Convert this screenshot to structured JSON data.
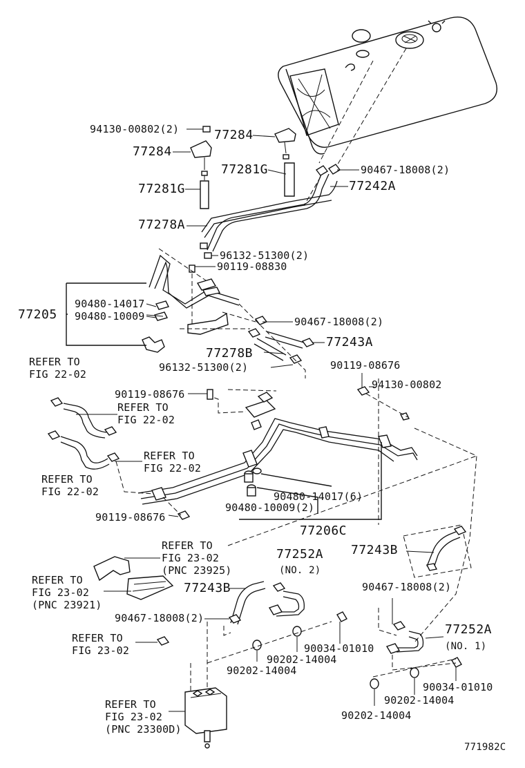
{
  "figure_code": "771982C",
  "labels": {
    "p94130_00802_2": "94130-00802(2)",
    "p77284_a": "77284",
    "p77284_b": "77284",
    "p77281g_a": "77281G",
    "p77281g_b": "77281G",
    "p90467_18008_2_a": "90467-18008(2)",
    "p77242a": "77242A",
    "p77278a": "77278A",
    "p96132_51300_2_a": "96132-51300(2)",
    "p90119_08830": "90119-08830",
    "p77205": "77205",
    "p90480_14017": "90480-14017",
    "p90480_10009": "90480-10009",
    "p90467_18008_2_b": "90467-18008(2)",
    "p77243a": "77243A",
    "p77278b": "77278B",
    "p96132_51300_2_b": "96132-51300(2)",
    "p90119_08676_a": "90119-08676",
    "p90119_08676_b": "90119-08676",
    "p94130_00802": "94130-00802",
    "p90480_14017_6": "90480-14017(6)",
    "p90480_10009_2": "90480-10009(2)",
    "p77206c": "77206C",
    "p90119_08676_c": "90119-08676",
    "p77243b_a": "77243B",
    "p77252a_a": "77252A",
    "no2": "(NO. 2)",
    "p77243b_b": "77243B",
    "p90467_18008_2_c": "90467-18008(2)",
    "p90467_18008_2_d": "90467-18008(2)",
    "p77252a_b": "77252A",
    "no1": "(NO. 1)",
    "p90034_01010_a": "90034-01010",
    "p90202_14004_a": "90202-14004",
    "p90202_14004_b": "90202-14004",
    "p90034_01010_b": "90034-01010",
    "p90202_14004_c": "90202-14004",
    "p90202_14004_d": "90202-14004"
  },
  "refers": {
    "r1": [
      "REFER TO",
      "FIG 22-02"
    ],
    "r2": [
      "REFER TO",
      "FIG 22-02"
    ],
    "r3": [
      "REFER TO",
      "FIG 22-02"
    ],
    "r4": [
      "REFER TO",
      "FIG 22-02"
    ],
    "r5": [
      "REFER TO",
      "FIG 23-02",
      "(PNC 23925)"
    ],
    "r6": [
      "REFER TO",
      "FIG 23-02",
      "(PNC 23921)"
    ],
    "r7": [
      "REFER TO",
      "FIG 23-02"
    ],
    "r8": [
      "REFER TO",
      "FIG 23-02",
      "(PNC 23300D)"
    ]
  }
}
